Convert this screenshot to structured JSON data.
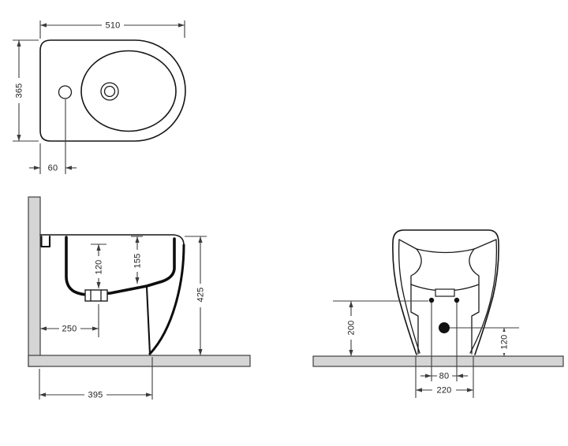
{
  "drawing": {
    "type": "technical-drawing",
    "subject": "bidet installation dimensions",
    "units": "mm",
    "views": {
      "top": {
        "overall_width": "510",
        "overall_depth": "365",
        "tap_hole_offset": "60"
      },
      "side": {
        "rim_to_inlet_depth": "120",
        "basin_inner_depth": "155",
        "overall_height": "425",
        "wall_to_drain": "250",
        "wall_to_front_base": "395"
      },
      "rear": {
        "fixing_height": "200",
        "drain_outlet_height": "120",
        "fixing_hole_spacing": "80",
        "base_width": "220"
      }
    }
  },
  "colors": {
    "outline": "#151515",
    "dimension": "#3c3c3c",
    "section_fill": "#d5d5d5",
    "background": "#ffffff"
  }
}
